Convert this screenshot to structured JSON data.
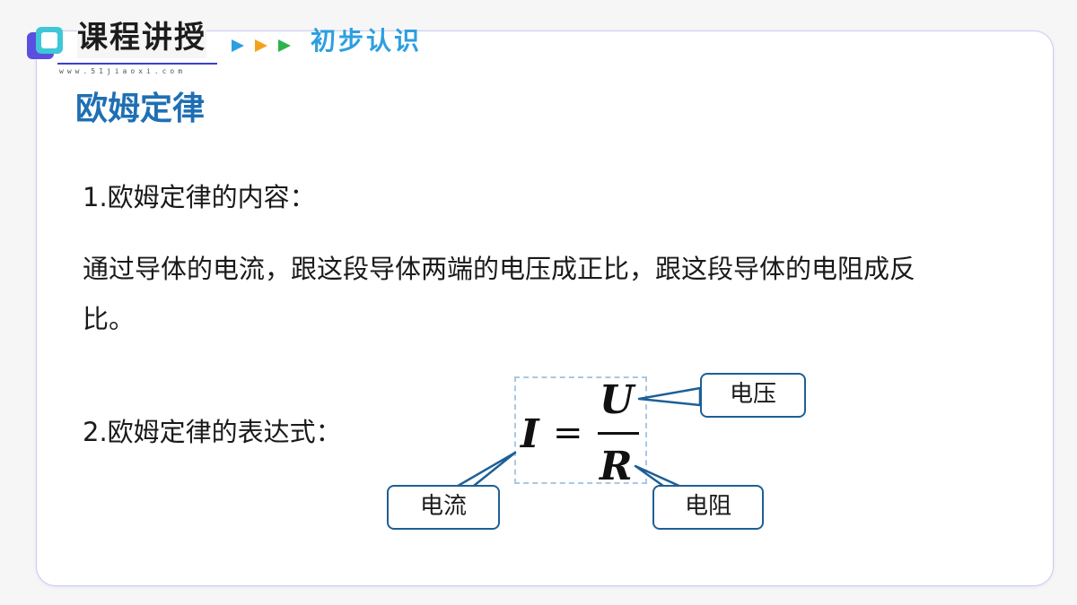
{
  "header": {
    "title": "课程讲授",
    "url": "www.51jiaoxi.com",
    "subtitle": "初步认识",
    "logo_icon": "stacked-squares-logo",
    "arrow_colors": [
      "#2d9fe0",
      "#f5a21b",
      "#2db34a"
    ]
  },
  "section": {
    "title": "欧姆定律"
  },
  "content": {
    "point1_label": "1.欧姆定律的内容：",
    "point1_text": "通过导体的电流，跟这段导体两端的电压成正比，跟这段导体的电阻成反比。",
    "point2_label": "2.欧姆定律的表达式："
  },
  "formula": {
    "lhs": "I",
    "equals": "=",
    "numerator": "U",
    "denominator": "R"
  },
  "callouts": {
    "voltage": "电压",
    "current": "电流",
    "resistance": "电阻"
  },
  "colors": {
    "accent_blue": "#1f6fb3",
    "subtitle_blue": "#2d9fe0",
    "callout_border": "#1e5f96"
  }
}
